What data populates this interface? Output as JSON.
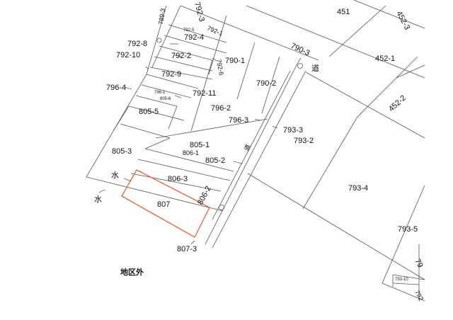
{
  "map": {
    "highlight_color": "#e0653a",
    "line_color": "#555555",
    "parcels": [
      {
        "key": "p451",
        "label": "451"
      },
      {
        "key": "p452_3",
        "label": "452-3"
      },
      {
        "key": "p452_1",
        "label": "452-1"
      },
      {
        "key": "p452_2",
        "label": "452-2"
      },
      {
        "key": "p792_3",
        "label": "792-3"
      },
      {
        "key": "p789_3",
        "label": "789-3"
      },
      {
        "key": "p792_5",
        "label": "792-5"
      },
      {
        "key": "p792_1",
        "label": "792-1"
      },
      {
        "key": "p792_8",
        "label": "792-8"
      },
      {
        "key": "p792_4",
        "label": "792-4"
      },
      {
        "key": "p792_10",
        "label": "792-10"
      },
      {
        "key": "p792_2",
        "label": "792-2"
      },
      {
        "key": "p792_6",
        "label": "792-6"
      },
      {
        "key": "p790_1",
        "label": "790-1"
      },
      {
        "key": "p790_3",
        "label": "790-3"
      },
      {
        "key": "p792_9",
        "label": "792-9"
      },
      {
        "key": "p790_2",
        "label": "790-2"
      },
      {
        "key": "p796_4",
        "label": "796-4"
      },
      {
        "key": "p796_1",
        "label": "796-1"
      },
      {
        "key": "p805_6",
        "label": "805-6"
      },
      {
        "key": "p792_11",
        "label": "792-11"
      },
      {
        "key": "p796_2",
        "label": "796-2"
      },
      {
        "key": "p805_5",
        "label": "805-5"
      },
      {
        "key": "p796_3",
        "label": "796-3"
      },
      {
        "key": "p793_3",
        "label": "793-3"
      },
      {
        "key": "p793_2",
        "label": "793-2"
      },
      {
        "key": "p805_1",
        "label": "805-1"
      },
      {
        "key": "p806_1",
        "label": "806-1"
      },
      {
        "key": "p805_2",
        "label": "805-2"
      },
      {
        "key": "p805_3",
        "label": "805-3"
      },
      {
        "key": "p806_3",
        "label": "806-3"
      },
      {
        "key": "p793_4",
        "label": "793-4"
      },
      {
        "key": "p806_2",
        "label": "806-2"
      },
      {
        "key": "p807",
        "label": "807",
        "highlighted": true
      },
      {
        "key": "p793_5",
        "label": "793-5"
      },
      {
        "key": "p807_3",
        "label": "807-3"
      },
      {
        "key": "p793_10",
        "label": "793-10"
      },
      {
        "key": "p792_frag",
        "label": "792"
      },
      {
        "key": "p79_frag",
        "label": "79"
      }
    ],
    "annotations": {
      "road_1": "道",
      "road_2": "道",
      "water_1": "水",
      "water_2": "水",
      "outside_district": "地区外"
    }
  }
}
